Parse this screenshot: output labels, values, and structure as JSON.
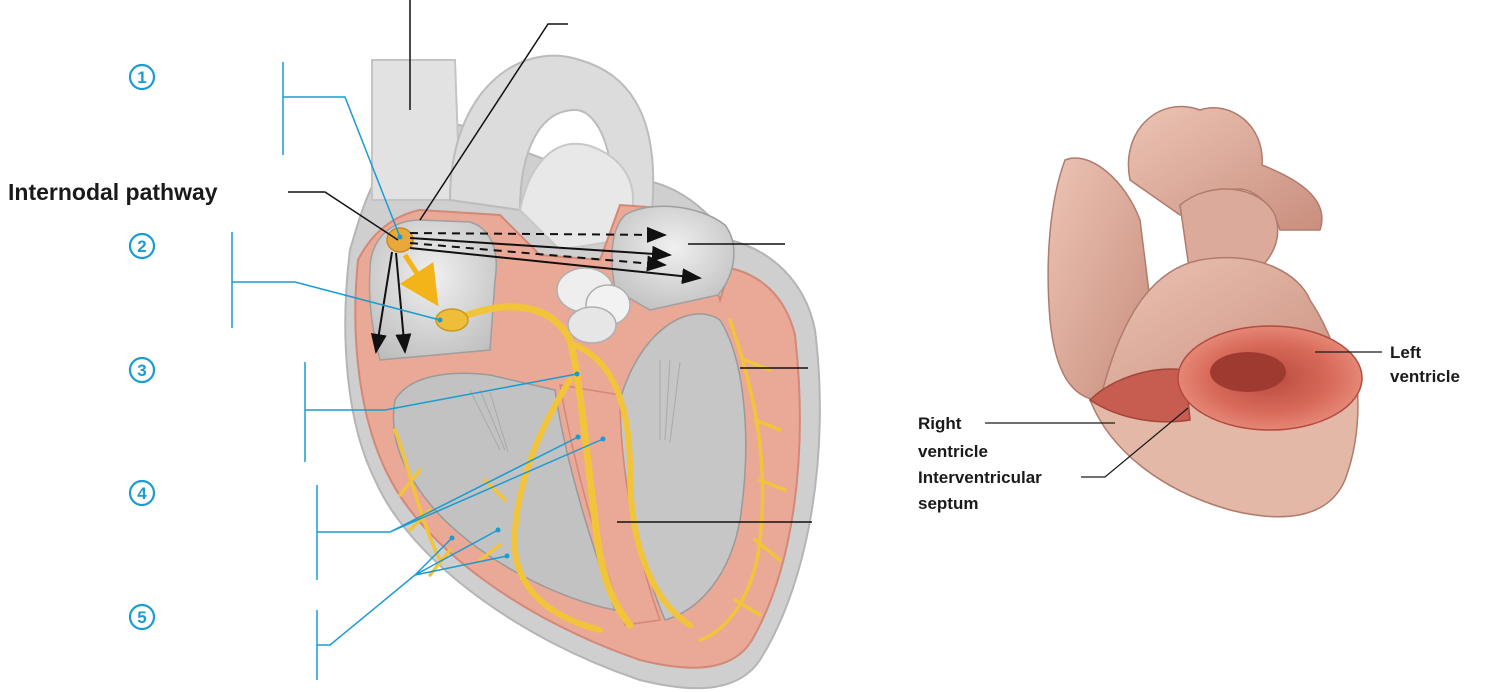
{
  "left_diagram": {
    "pathway_label": "Internodal pathway",
    "step_markers": [
      "1",
      "2",
      "3",
      "4",
      "5"
    ]
  },
  "right_diagram": {
    "labels": {
      "left_ventricle_line1": "Left",
      "left_ventricle_line2": "ventricle",
      "right_ventricle_line1": "Right",
      "right_ventricle_line2": "ventricle",
      "septum_line1": "Interventricular",
      "septum_line2": "septum"
    }
  },
  "colors": {
    "leader_blue": "#1a9bd1",
    "conduction_yellow": "#f2c43a",
    "myocardium_pink": "#eaa897",
    "chamber_gray": "#d9d9d9",
    "cut_muscle_red": "#d9695a"
  }
}
